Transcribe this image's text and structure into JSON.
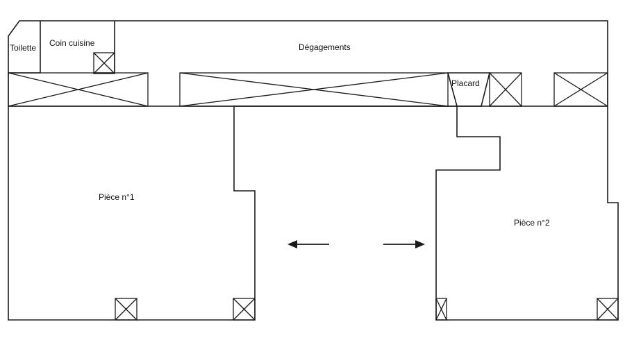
{
  "plan": {
    "labels": {
      "toilette": "Toilette",
      "coin_cuisine": "Coin cuisine",
      "degagements": "Dégagements",
      "placard": "Placard",
      "piece1": "Pièce n°1",
      "piece2": "Pièce n°2"
    }
  }
}
